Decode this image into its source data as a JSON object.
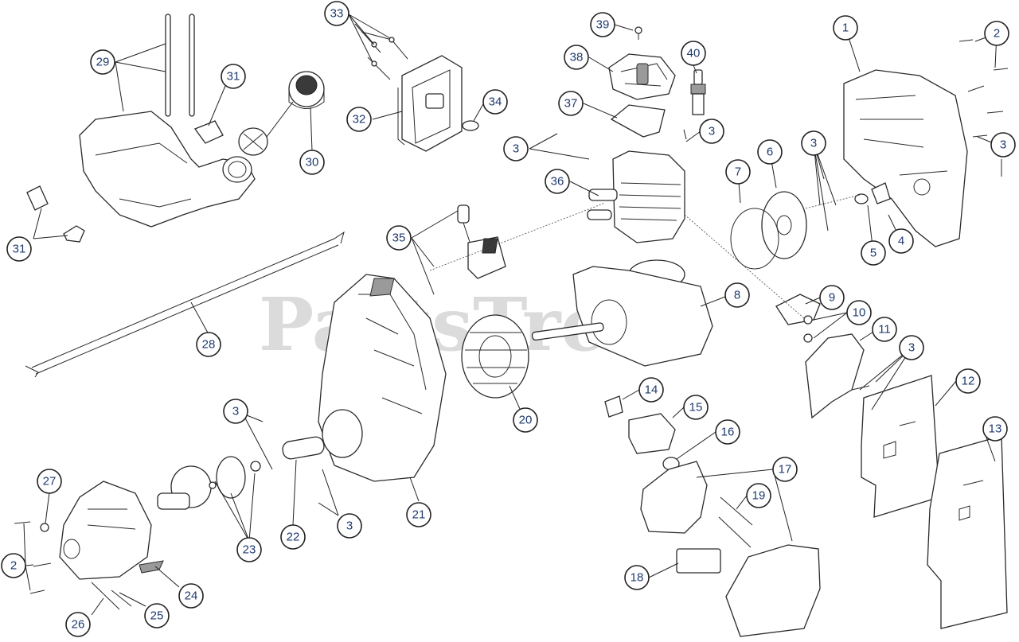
{
  "watermark": {
    "text": "PartsTree",
    "symbol": "®"
  },
  "callouts": [
    {
      "id": "c1",
      "label": "1"
    },
    {
      "id": "c2a",
      "label": "2"
    },
    {
      "id": "c2b",
      "label": "2"
    },
    {
      "id": "c3a",
      "label": "3"
    },
    {
      "id": "c3b",
      "label": "3"
    },
    {
      "id": "c3c",
      "label": "3"
    },
    {
      "id": "c3d",
      "label": "3"
    },
    {
      "id": "c3e",
      "label": "3"
    },
    {
      "id": "c3f",
      "label": "3"
    },
    {
      "id": "c3g",
      "label": "3"
    },
    {
      "id": "c4",
      "label": "4"
    },
    {
      "id": "c5",
      "label": "5"
    },
    {
      "id": "c6",
      "label": "6"
    },
    {
      "id": "c7",
      "label": "7"
    },
    {
      "id": "c8",
      "label": "8"
    },
    {
      "id": "c9",
      "label": "9"
    },
    {
      "id": "c10",
      "label": "10"
    },
    {
      "id": "c11",
      "label": "11"
    },
    {
      "id": "c12",
      "label": "12"
    },
    {
      "id": "c13",
      "label": "13"
    },
    {
      "id": "c14",
      "label": "14"
    },
    {
      "id": "c15",
      "label": "15"
    },
    {
      "id": "c16",
      "label": "16"
    },
    {
      "id": "c17",
      "label": "17"
    },
    {
      "id": "c18",
      "label": "18"
    },
    {
      "id": "c19",
      "label": "19"
    },
    {
      "id": "c20",
      "label": "20"
    },
    {
      "id": "c21",
      "label": "21"
    },
    {
      "id": "c22",
      "label": "22"
    },
    {
      "id": "c23",
      "label": "23"
    },
    {
      "id": "c24",
      "label": "24"
    },
    {
      "id": "c25",
      "label": "25"
    },
    {
      "id": "c26",
      "label": "26"
    },
    {
      "id": "c27",
      "label": "27"
    },
    {
      "id": "c28",
      "label": "28"
    },
    {
      "id": "c29",
      "label": "29"
    },
    {
      "id": "c30",
      "label": "30"
    },
    {
      "id": "c31a",
      "label": "31"
    },
    {
      "id": "c31b",
      "label": "31"
    },
    {
      "id": "c32",
      "label": "32"
    },
    {
      "id": "c33",
      "label": "33"
    },
    {
      "id": "c34",
      "label": "34"
    },
    {
      "id": "c35",
      "label": "35"
    },
    {
      "id": "c36",
      "label": "36"
    },
    {
      "id": "c37",
      "label": "37"
    },
    {
      "id": "c38",
      "label": "38"
    },
    {
      "id": "c39",
      "label": "39"
    },
    {
      "id": "c40",
      "label": "40"
    }
  ]
}
